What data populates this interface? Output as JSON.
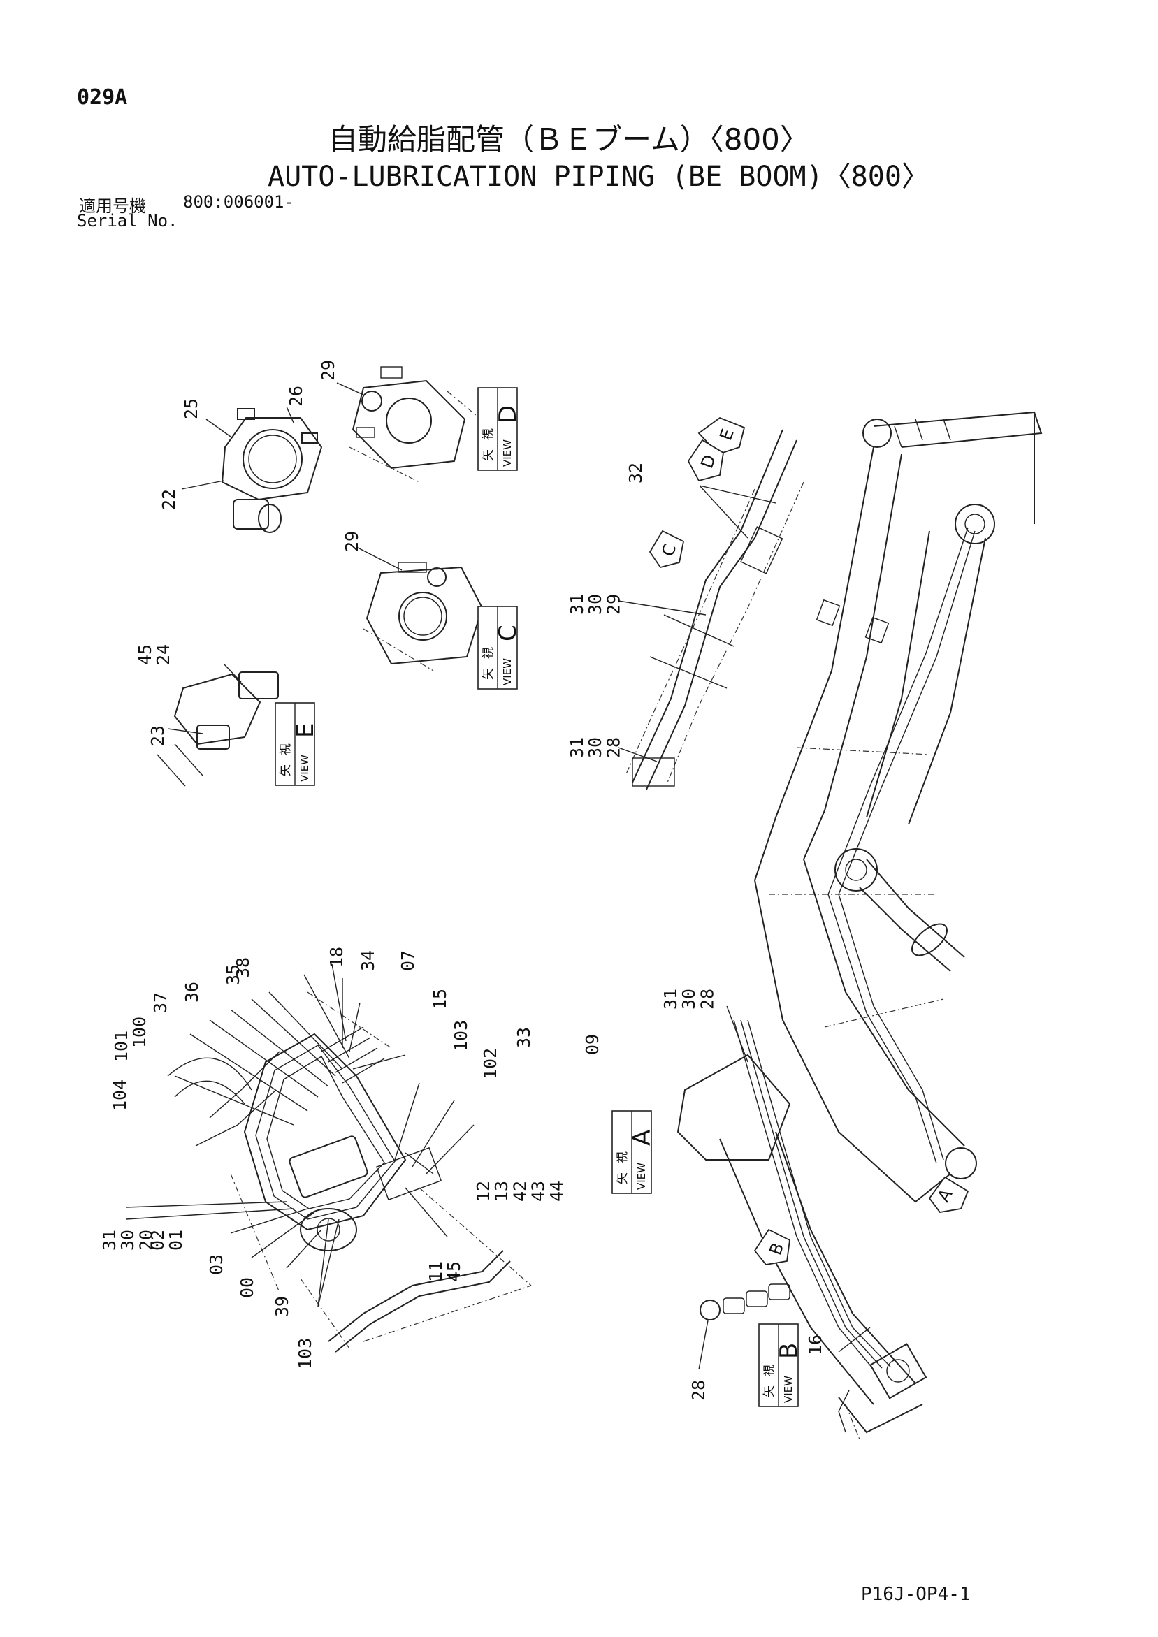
{
  "header": {
    "drawing_code": "029A",
    "title_jp": "自動給脂配管（ＢＥブーム）〈800〉",
    "title_en": "AUTO-LUBRICATION PIPING (BE BOOM)〈800〉",
    "serial_label_jp": "適用号機",
    "serial_value": "800:006001-",
    "serial_label_en": "Serial No."
  },
  "footer": {
    "page_ref": "P16J-OP4-1"
  },
  "view_label": {
    "jp_1": "矢",
    "jp_2": "視",
    "en": "VIEW"
  },
  "views": [
    "A",
    "B",
    "C",
    "D",
    "E"
  ],
  "parts": {
    "p25": "25",
    "p26": "26",
    "p22": "22",
    "p29": "29",
    "p29c": "29",
    "p24": "45\n24",
    "p23": "23",
    "p32": "32",
    "p31a": "31\n30\n29",
    "p31b": "31\n30\n28",
    "p31c": "31\n30\n28",
    "p28": "28",
    "p16": "16",
    "p18": "18",
    "p34": "34",
    "p07": "07",
    "p15": "15",
    "p38": "38",
    "p35": "35",
    "p36": "36",
    "p37": "37",
    "p100": "100",
    "p101": "101",
    "p104": "104",
    "p103a": "103",
    "p102": "102",
    "p33": "33",
    "p09": "09",
    "p12": "12\n13\n42\n43\n44",
    "p11": "11\n45",
    "p31d": "31\n30\n20",
    "p02": "02\n01",
    "p03": "03",
    "p00": "00",
    "p39": "39",
    "p103b": "103"
  }
}
